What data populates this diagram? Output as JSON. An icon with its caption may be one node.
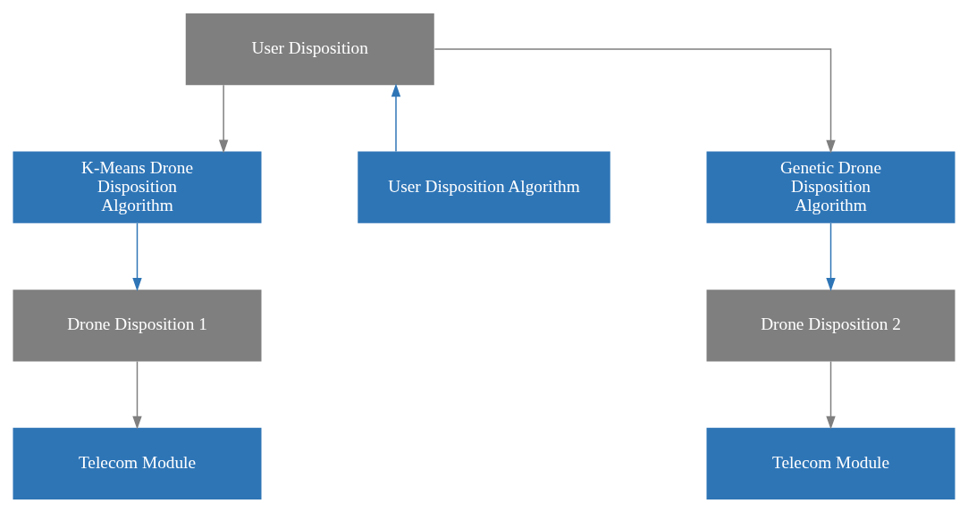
{
  "diagram": {
    "nodes": [
      {
        "text": [
          "User Disposition"
        ]
      },
      {
        "text": [
          "User Disposition Algorithm"
        ]
      },
      {
        "text": [
          "K-Means Drone Disposition Algorithm"
        ]
      },
      {
        "text": [
          "Genetic Drone Disposition Algorithm"
        ]
      },
      {
        "text": [
          "Drone Disposition 1"
        ]
      },
      {
        "text": [
          "Drone Disposition 2"
        ]
      },
      {
        "text": [
          "Telecom Module"
        ]
      },
      {
        "text": [
          "Telecom Module"
        ]
      }
    ],
    "edges": [
      {
        "from": 1,
        "to": 0,
        "arrow": "to",
        "color": "#2e75b6"
      },
      {
        "from": 0,
        "to": 2,
        "arrow": "to"
      },
      {
        "from": 0,
        "to": 3,
        "arrow": "to"
      },
      {
        "from": 2,
        "to": 4,
        "arrow": "to",
        "color": "#2e75b6"
      },
      {
        "from": 3,
        "to": 5,
        "arrow": "to",
        "color": "#2e75b6"
      },
      {
        "from": 4,
        "to": 6,
        "arrow": "to"
      },
      {
        "from": 5,
        "to": 7,
        "arrow": "to"
      }
    ]
  }
}
